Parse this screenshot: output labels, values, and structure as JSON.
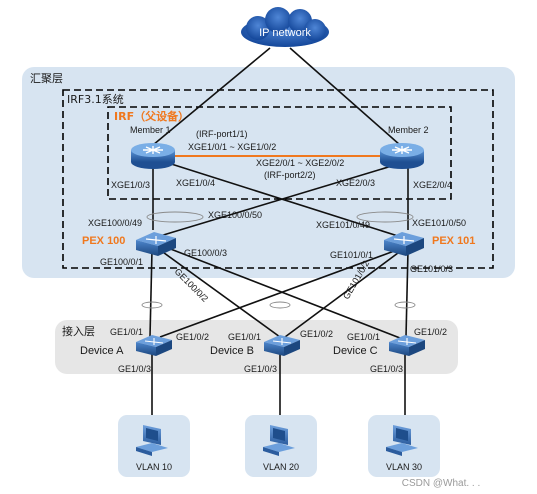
{
  "cloud_label": "IP network",
  "aggregation_layer_label": "汇聚层",
  "irf_system_label": "IRF3.1系统",
  "irf_parent_label": "IRF（父设备）",
  "member1": "Member 1",
  "member2": "Member 2",
  "irf_port1": "(IRF-port1/1)",
  "irf_port1_links": "XGE1/0/1 ~ XGE1/0/2",
  "irf_port2_links": "XGE2/0/1 ~ XGE2/0/2",
  "irf_port2": "(IRF-port2/2)",
  "ports": {
    "m1_xge103": "XGE1/0/3",
    "m1_xge104": "XGE1/0/4",
    "m2_xge203": "XGE2/0/3",
    "m2_xge204": "XGE2/0/4",
    "pex100_xge49": "XGE100/0/49",
    "pex100_xge50": "XGE100/0/50",
    "pex101_xge49": "XGE101/0/49",
    "pex101_xge50": "XGE101/0/50",
    "pex100_ge1": "GE100/0/1",
    "pex100_ge3": "GE100/0/3",
    "pex100_ge2": "GE100/0/2",
    "pex101_ge1": "GE101/0/1",
    "pex101_ge2": "GE101/0/2",
    "pex101_ge3": "GE101/0/3",
    "devA_ge1": "GE1/0/1",
    "devA_ge2": "GE1/0/2",
    "devA_ge3": "GE1/0/3",
    "devB_ge1": "GE1/0/1",
    "devB_ge2": "GE1/0/2",
    "devB_ge3": "GE1/0/3",
    "devC_ge1": "GE1/0/1",
    "devC_ge2": "GE1/0/2",
    "devC_ge3": "GE1/0/3"
  },
  "pex100": "PEX 100",
  "pex101": "PEX 101",
  "access_layer_label": "接入层",
  "device_a": "Device A",
  "device_b": "Device B",
  "device_c": "Device C",
  "vlan10": "VLAN 10",
  "vlan20": "VLAN 20",
  "vlan30": "VLAN 30",
  "watermark": "CSDN @What. . .",
  "colors": {
    "aggregation_bg": "#d7e4f1",
    "access_bg": "#e6e6e6",
    "accent": "#f0781e",
    "cloud": "#1e50a0",
    "device": "#2c64a8"
  }
}
